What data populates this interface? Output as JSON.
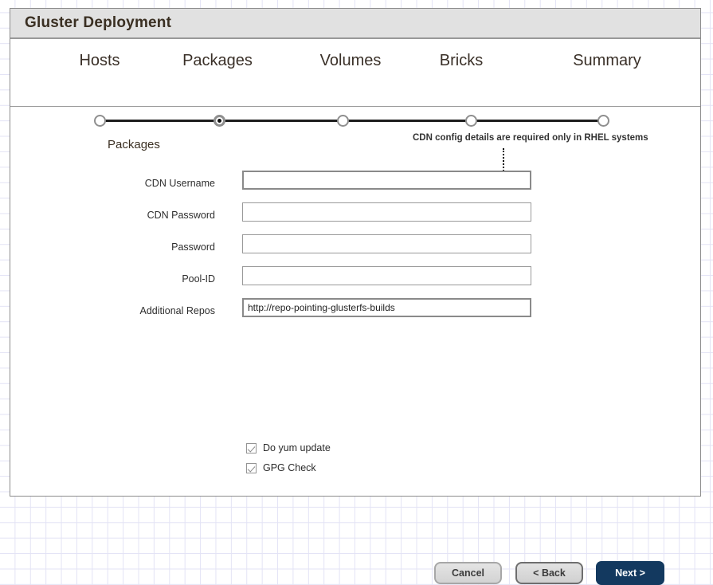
{
  "window": {
    "title": "Gluster Deployment"
  },
  "stepper": {
    "steps": [
      {
        "label": "Hosts",
        "state": "pending"
      },
      {
        "label": "Packages",
        "state": "active"
      },
      {
        "label": "Volumes",
        "state": "pending"
      },
      {
        "label": "Bricks",
        "state": "pending"
      },
      {
        "label": "Summary",
        "state": "pending"
      }
    ]
  },
  "main": {
    "section_heading": "Packages",
    "annotation": "CDN config details are required only in RHEL systems",
    "fields": [
      {
        "label": "CDN Username",
        "value": "",
        "placeholder": ""
      },
      {
        "label": "CDN Password",
        "value": "",
        "placeholder": ""
      },
      {
        "label": "Password",
        "value": "",
        "placeholder": ""
      },
      {
        "label": "Pool-ID",
        "value": "",
        "placeholder": ""
      },
      {
        "label": "Additional Repos",
        "value": "http://repo-pointing-glusterfs-builds",
        "placeholder": ""
      }
    ],
    "checkboxes": [
      {
        "label": "Do yum update",
        "checked": true
      },
      {
        "label": "GPG Check",
        "checked": true
      }
    ]
  },
  "footer": {
    "cancel_label": "Cancel",
    "back_label": "< Back",
    "next_label": "Next >"
  },
  "colors": {
    "next_button": "#13395f",
    "title_bar": "#e1e1e1",
    "title_text": "#3a2f22",
    "border": "#8c8c8c",
    "track": "#1d1d1d",
    "dot_ring": "#8f8f8f"
  }
}
